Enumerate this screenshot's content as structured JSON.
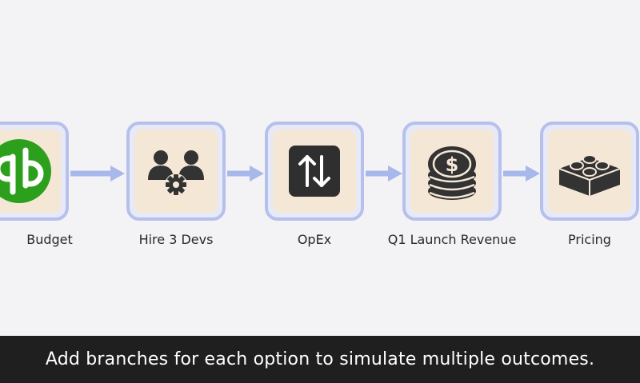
{
  "caption": "Add branches for each option to simulate multiple outcomes.",
  "colors": {
    "node_border": "#b5c1ec",
    "node_fill": "#f4e7d6",
    "connector": "#a9b8ea",
    "caption_bg": "#1f1f1f"
  },
  "nodes": [
    {
      "label": "Budget",
      "icon": "quickbooks-logo-icon"
    },
    {
      "label": "Hire 3 Devs",
      "icon": "team-settings-icon"
    },
    {
      "label": "OpEx",
      "icon": "up-down-arrows-icon"
    },
    {
      "label": "Q1 Launch Revenue",
      "icon": "coin-stack-icon"
    },
    {
      "label": "Pricing",
      "icon": "building-block-icon"
    }
  ]
}
